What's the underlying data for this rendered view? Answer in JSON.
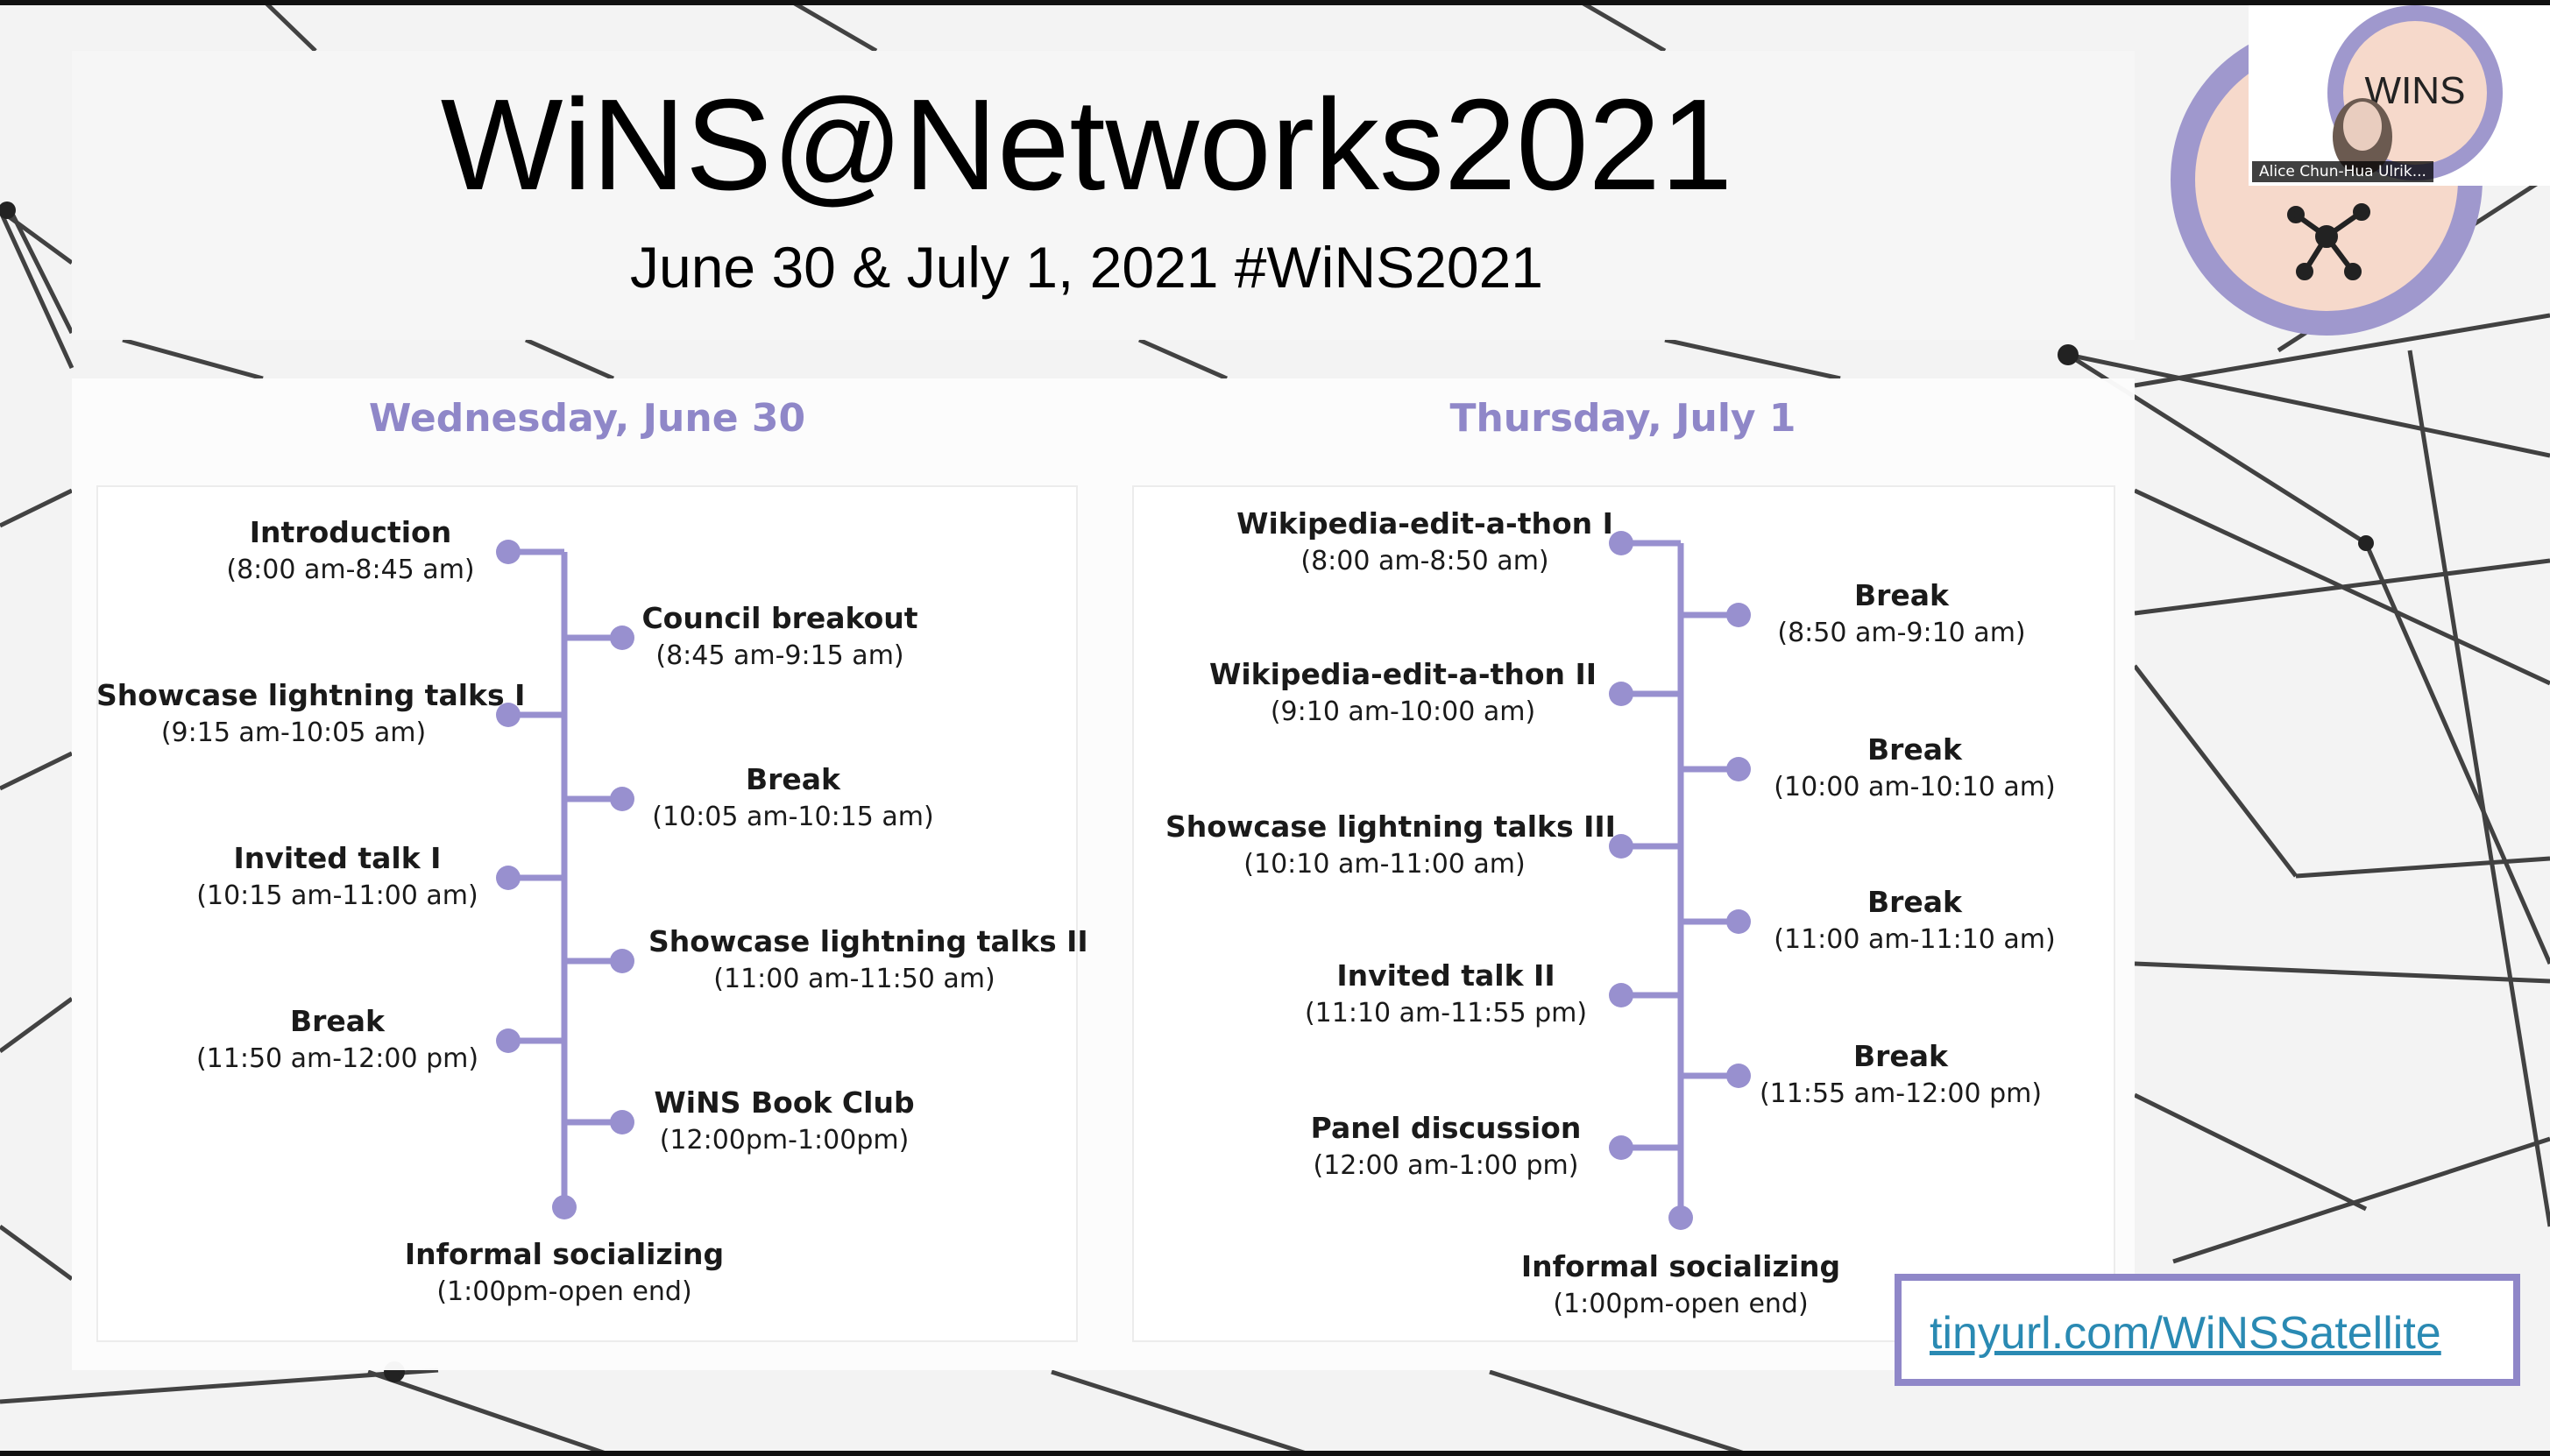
{
  "slide": {
    "title": "WiNS@Networks2021",
    "subtitle": "June 30 & July 1, 2021 #WiNS2021",
    "link": "tinyurl.com/WiNSSatellite",
    "accent_color": "#8f87c8"
  },
  "logo": {
    "text": "WINS",
    "icon": "network-icon"
  },
  "video": {
    "participant_name": "Alice Chun-Hua Ulrik..."
  },
  "days": [
    {
      "title": "Wednesday, June 30",
      "events": [
        {
          "name": "Introduction",
          "time": "(8:00 am-8:45 am)"
        },
        {
          "name": "Council breakout",
          "time": "(8:45 am-9:15 am)"
        },
        {
          "name": "Showcase lightning talks I",
          "time": "(9:15 am-10:05 am)"
        },
        {
          "name": "Break",
          "time": "(10:05 am-10:15 am)"
        },
        {
          "name": "Invited talk I",
          "time": "(10:15 am-11:00 am)"
        },
        {
          "name": "Showcase lightning talks II",
          "time": "(11:00 am-11:50 am)"
        },
        {
          "name": "Break",
          "time": "(11:50 am-12:00 pm)"
        },
        {
          "name": "WiNS Book Club",
          "time": "(12:00pm-1:00pm)"
        },
        {
          "name": "Informal socializing",
          "time": "(1:00pm-open end)"
        }
      ]
    },
    {
      "title": "Thursday, July 1",
      "events": [
        {
          "name": "Wikipedia-edit-a-thon I",
          "time": "(8:00 am-8:50 am)"
        },
        {
          "name": "Break",
          "time": "(8:50 am-9:10 am)"
        },
        {
          "name": "Wikipedia-edit-a-thon II",
          "time": "(9:10 am-10:00 am)"
        },
        {
          "name": "Break",
          "time": "(10:00 am-10:10 am)"
        },
        {
          "name": "Showcase lightning talks III",
          "time": "(10:10 am-11:00 am)"
        },
        {
          "name": "Break",
          "time": "(11:00 am-11:10 am)"
        },
        {
          "name": "Invited talk II",
          "time": "(11:10 am-11:55 pm)"
        },
        {
          "name": "Break",
          "time": "(11:55 am-12:00 pm)"
        },
        {
          "name": "Panel discussion",
          "time": "(12:00 am-1:00 pm)"
        },
        {
          "name": "Informal socializing",
          "time": "(1:00pm-open end)"
        }
      ]
    }
  ]
}
